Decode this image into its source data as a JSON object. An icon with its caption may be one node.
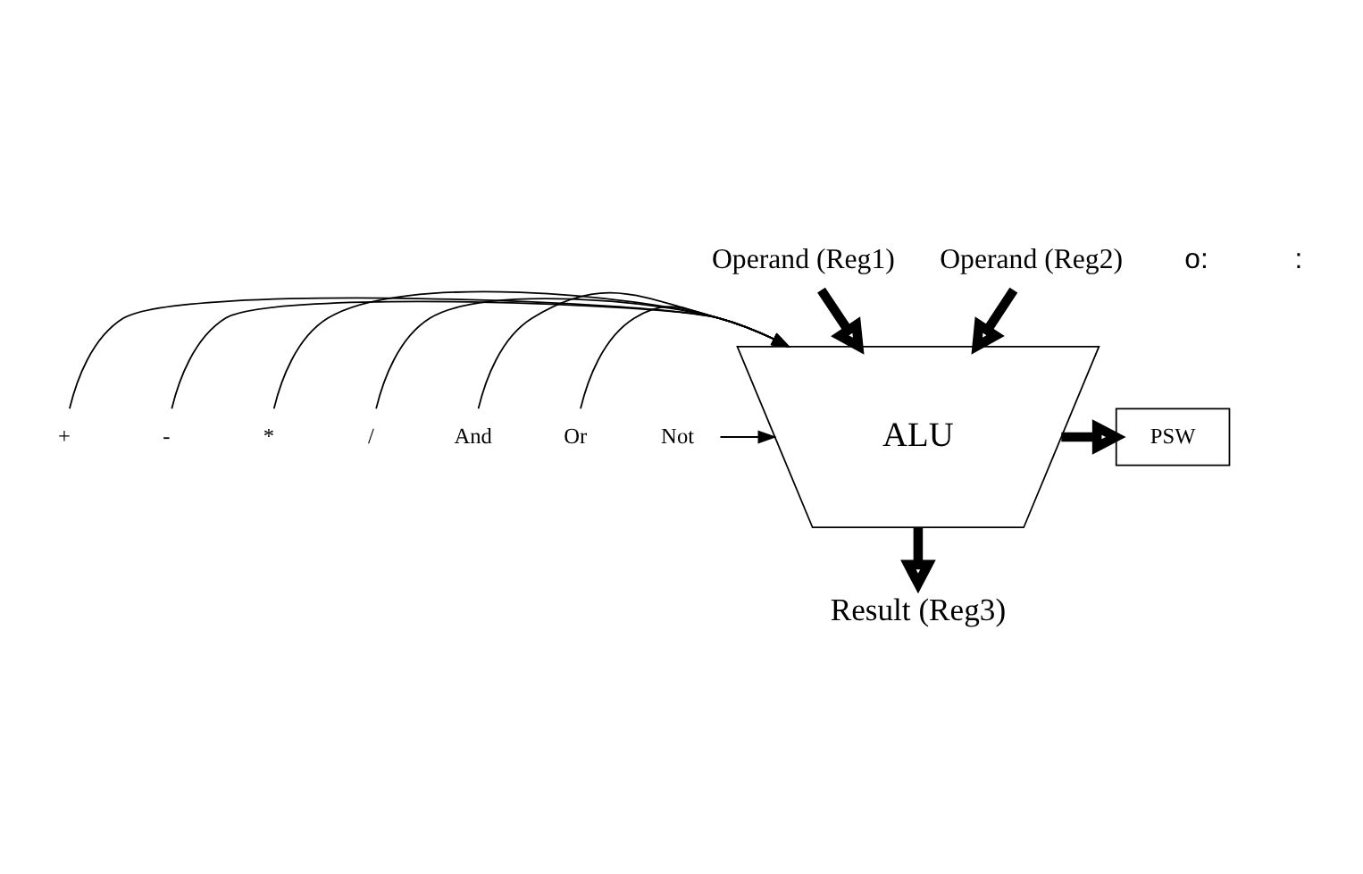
{
  "diagram": {
    "nodes": [
      {
        "text": [
          "Operand (Reg1)"
        ]
      },
      {
        "text": [
          "Operand (Reg2)"
        ]
      },
      {
        "text": [
          "ALU"
        ]
      },
      {
        "text": [
          "Result (Reg3)"
        ]
      },
      {
        "text": [
          "PSW"
        ]
      },
      {
        "text": [
          "+"
        ]
      },
      {
        "text": [
          "-"
        ]
      },
      {
        "text": [
          "*"
        ]
      },
      {
        "text": [
          "/"
        ]
      },
      {
        "text": [
          "And"
        ]
      },
      {
        "text": [
          "Or"
        ]
      },
      {
        "text": [
          "Not"
        ]
      }
    ],
    "edges": [
      {
        "from": 0,
        "to": 2,
        "arrow": "to",
        "style": "thick"
      },
      {
        "from": 1,
        "to": 2,
        "arrow": "to",
        "style": "thick"
      },
      {
        "from": 5,
        "to": 2,
        "arrow": "to"
      },
      {
        "from": 6,
        "to": 2,
        "arrow": "to"
      },
      {
        "from": 7,
        "to": 2,
        "arrow": "to"
      },
      {
        "from": 8,
        "to": 2,
        "arrow": "to"
      },
      {
        "from": 9,
        "to": 2,
        "arrow": "to"
      },
      {
        "from": 10,
        "to": 2,
        "arrow": "to"
      },
      {
        "from": 11,
        "to": 2,
        "arrow": "to"
      },
      {
        "from": 2,
        "to": 4,
        "arrow": "to",
        "style": "thick"
      },
      {
        "from": 2,
        "to": 3,
        "arrow": "to",
        "style": "thick"
      }
    ],
    "labels": [
      "o:",
      ":"
    ]
  }
}
